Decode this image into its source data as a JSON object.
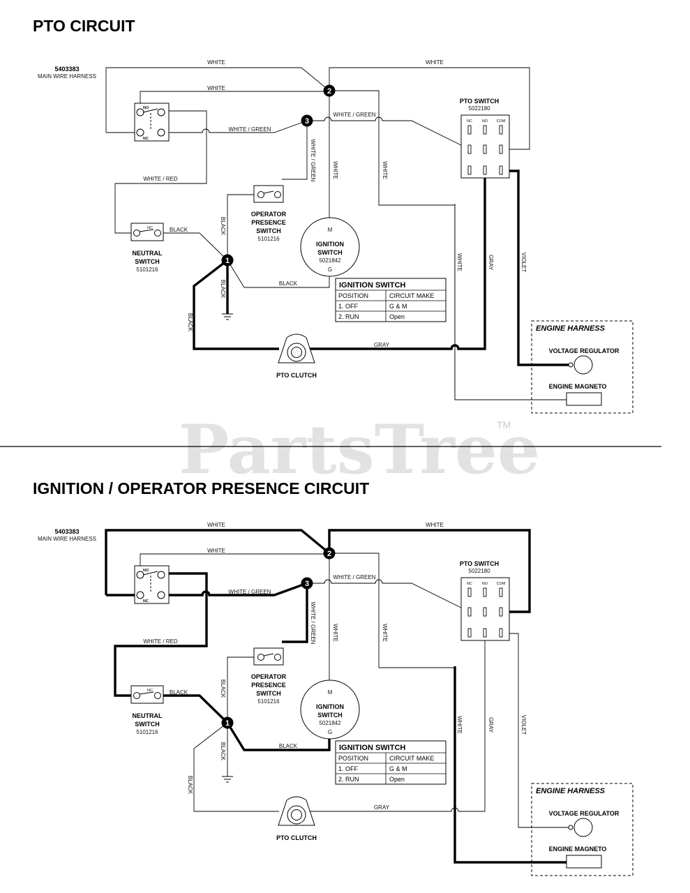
{
  "watermark": {
    "text": "PartsTree",
    "tm": "TM"
  },
  "diagrams": [
    {
      "title": "PTO CIRCUIT",
      "active": [
        "gray",
        "violet",
        "black-ground"
      ]
    },
    {
      "title": "IGNITION / OPERATOR PRESENCE CIRCUIT",
      "active": [
        "white-top",
        "white-upper-right",
        "white-nc",
        "white-green",
        "white-red",
        "black-neutral",
        "black-ign",
        "white-magneto"
      ]
    }
  ],
  "harness": {
    "part": "5403383",
    "name": "MAIN WIRE HARNESS"
  },
  "switch_contacts": {
    "no": "NO",
    "nc": "NC"
  },
  "pto_switch": {
    "name": "PTO SWITCH",
    "part": "5022180",
    "terminals": [
      "NC",
      "NO",
      "COM"
    ]
  },
  "operator_switch": {
    "line1": "OPERATOR",
    "line2": "PRESENCE",
    "line3": "SWITCH",
    "part": "5101216"
  },
  "neutral_switch": {
    "line1": "NEUTRAL",
    "line2": "SWITCH",
    "part": "5101216"
  },
  "ignition_switch": {
    "line1": "IGNITION",
    "line2": "SWITCH",
    "part": "5021842",
    "m": "M",
    "g": "G"
  },
  "ignition_table": {
    "title": "IGNITION SWITCH",
    "header": [
      "POSITION",
      "CIRCUIT MAKE"
    ],
    "rows": [
      [
        "1. OFF",
        "G & M"
      ],
      [
        "2. RUN",
        "Open"
      ]
    ]
  },
  "pto_clutch": "PTO CLUTCH",
  "engine_harness": {
    "title": "ENGINE HARNESS",
    "regulator": "VOLTAGE REGULATOR",
    "magneto": "ENGINE MAGNETO"
  },
  "nodes": [
    "1",
    "2",
    "3"
  ],
  "wire_labels": {
    "white": "WHITE",
    "white_green": "WHITE / GREEN",
    "white_red": "WHITE / RED",
    "black": "BLACK",
    "gray": "GRAY",
    "violet": "VIOLET"
  }
}
